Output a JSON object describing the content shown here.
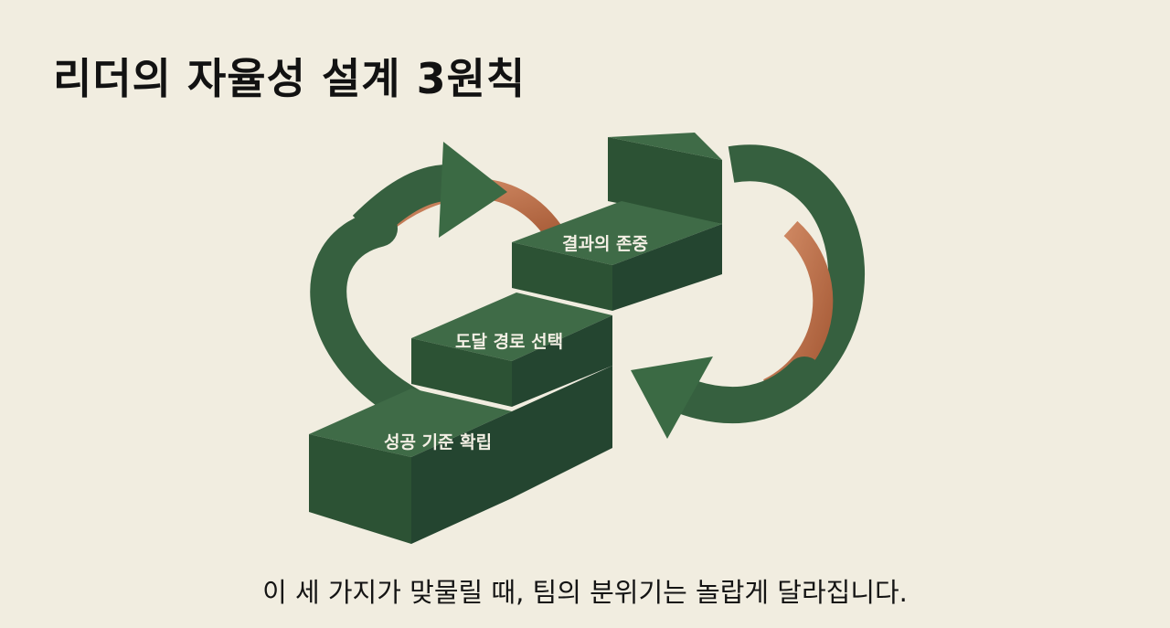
{
  "title": "리더의 자율성 설계 3원칙",
  "steps": [
    {
      "label": "성공 기준 확립"
    },
    {
      "label": "도달 경로 선택"
    },
    {
      "label": "결과의 존중"
    }
  ],
  "caption": "이 세 가지가 맞물릴 때, 팀의 분위기는 놀랍게 달라집니다.",
  "colors": {
    "background": "#f1ede0",
    "step_top": "#3f6b47",
    "step_front": "#2c5234",
    "step_side": "#244530",
    "arrow_green": "#36603f",
    "arrow_copper": "#c57a4e"
  },
  "icons": [
    "loop-arrow-left-icon",
    "loop-arrow-right-icon"
  ]
}
